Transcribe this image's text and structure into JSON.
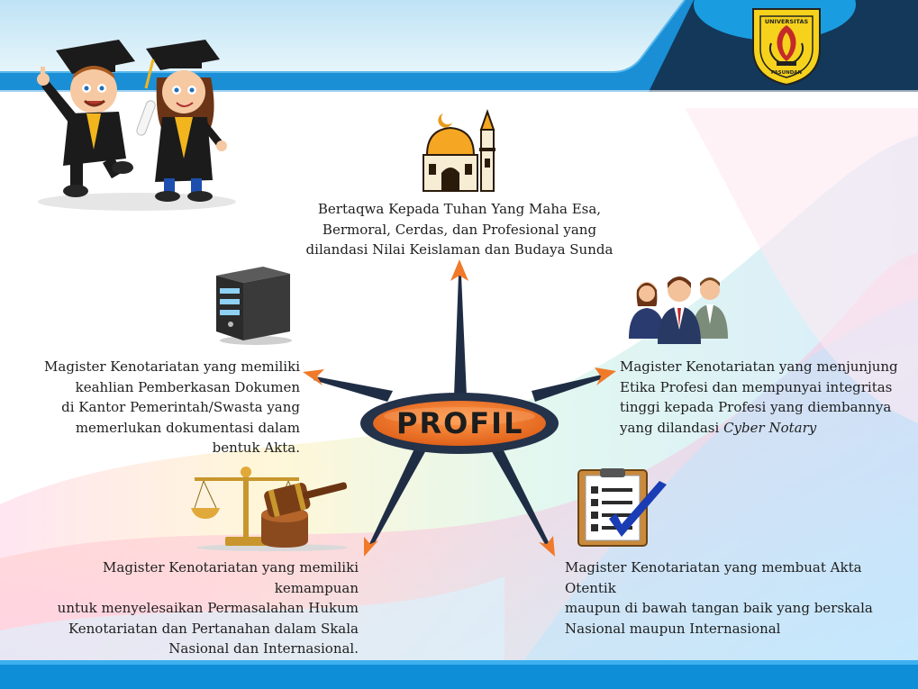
{
  "hub": {
    "label": "PROFIL"
  },
  "logo": {
    "text_top": "UNIVERSITAS",
    "text_bottom": "PASUNDAN"
  },
  "items": {
    "top": [
      "Bertaqwa Kepada Tuhan Yang Maha Esa,",
      "Bermoral, Cerdas, dan Profesional yang",
      "dilandasi Nilai Keislaman dan Budaya Sunda"
    ],
    "left": [
      "Magister Kenotariatan yang memiliki",
      "keahlian Pemberkasan Dokumen",
      "di Kantor Pemerintah/Swasta yang",
      "memerlukan dokumentasi dalam",
      "bentuk Akta."
    ],
    "right": [
      "Magister Kenotariatan yang menjunjung",
      "Etika Profesi dan mempunyai integritas",
      "tinggi kepada Profesi yang diembannya",
      "yang dilandasi"
    ],
    "right_italic": "Cyber Notary",
    "bottom_left": [
      "Magister Kenotariatan yang memiliki kemampuan",
      "untuk menyelesaikan Permasalahan Hukum",
      "Kenotariatan dan Pertanahan dalam Skala",
      "Nasional dan Internasional."
    ],
    "bottom_right": [
      "Magister Kenotariatan yang membuat Akta Otentik",
      "maupun di bawah tangan baik yang berskala",
      "Nasional maupun Internasional"
    ]
  },
  "icons": [
    "graduates-illustration",
    "university-logo",
    "mosque-icon",
    "server-icon",
    "business-people-icon",
    "scales-gavel-icon",
    "checklist-icon"
  ],
  "colors": {
    "top_band": "#1a8fd6",
    "bottom_band": "#0f8ed8",
    "hub_fill": "#f07a2a",
    "hub_ring": "#24324a",
    "arrow_tip": "#f07a2a"
  }
}
